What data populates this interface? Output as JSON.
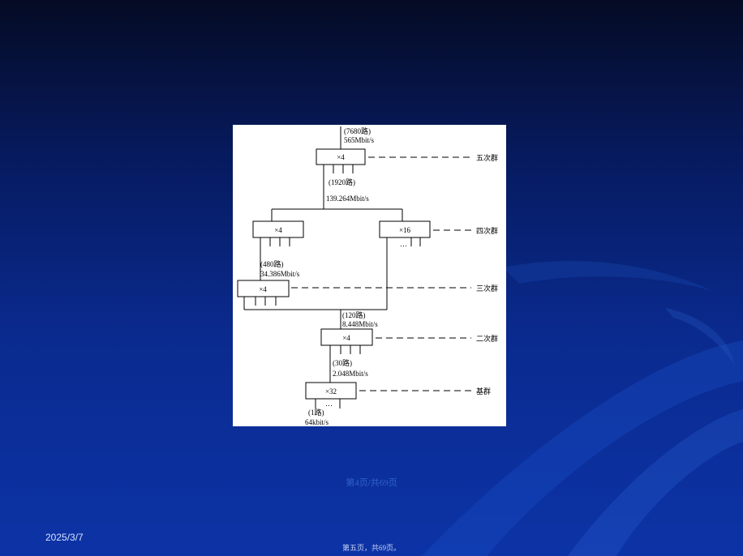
{
  "diagram": {
    "boxes": {
      "level5": "×4",
      "level4_a": "×4",
      "level4_b": "×16",
      "level3": "×4",
      "level2": "×4",
      "level1": "×32"
    },
    "labels": {
      "top_channels": "(7680路)",
      "top_rate": "565Mbit/s",
      "l4_channels": "(1920路)",
      "l4_rate": "139.264Mbit/s",
      "l3_channels": "(480路)",
      "l3_rate": "34.386Mbit/s",
      "l2_channels": "(120路)",
      "l2_rate": "8.448Mbit/s",
      "l1_channels": "(30路)",
      "l1_rate": "2.048Mbit/s",
      "base_channels": "(1路)",
      "base_rate": "64kbit/s",
      "dots_16": "…",
      "dots_32": "…"
    },
    "levels": {
      "fifth": "五次群",
      "fourth": "四次群",
      "third": "三次群",
      "second": "二次群",
      "primary": "基群"
    }
  },
  "page_label": "第4页/共69页",
  "date": "2025/3/7",
  "footer": "第五页，共69页。"
}
